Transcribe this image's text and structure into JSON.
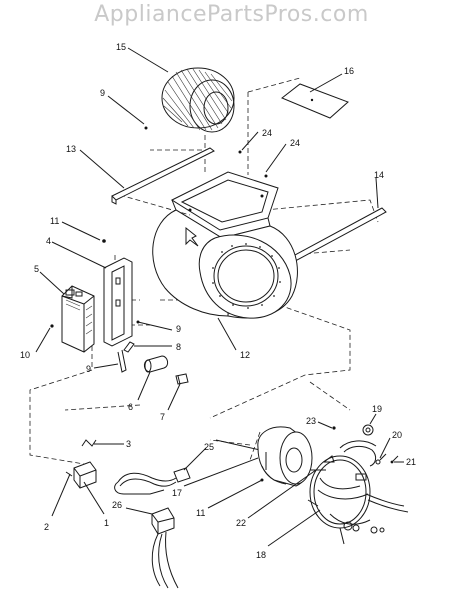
{
  "watermark": "AppliancePartsPros.com",
  "callouts": {
    "c15": "15",
    "c16": "16",
    "c9a": "9",
    "c24a": "24",
    "c24b": "24",
    "c13": "13",
    "c14": "14",
    "c11a": "11",
    "c4": "4",
    "c5": "5",
    "c10": "10",
    "c9b": "9",
    "c8": "8",
    "c12": "12",
    "c9c": "9",
    "c6": "6",
    "c7": "7",
    "c3": "3",
    "c25": "25",
    "c23": "23",
    "c19": "19",
    "c20": "20",
    "c21": "21",
    "c2": "2",
    "c1": "1",
    "c26": "26",
    "c17": "17",
    "c11b": "11",
    "c22": "22",
    "c18": "18"
  }
}
